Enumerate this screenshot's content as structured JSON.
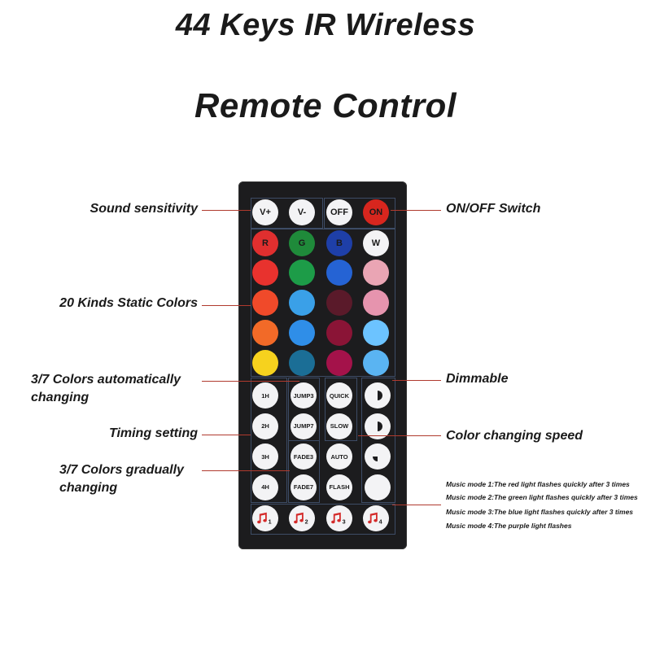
{
  "title": {
    "line1": "44 Keys IR Wireless",
    "line2": "Remote Control"
  },
  "remote": {
    "row1": [
      "V+",
      "V-",
      "OFF",
      "ON"
    ],
    "color_label_row": [
      {
        "label": "R",
        "color": "#e02f2f"
      },
      {
        "label": "G",
        "color": "#1f8a3a"
      },
      {
        "label": "B",
        "color": "#1e3fa8"
      },
      {
        "label": "W",
        "color": "#f3f3f5"
      }
    ],
    "static_colors": [
      [
        "#e8322e",
        "#1d9c48",
        "#2563d4",
        "#eaa5b4"
      ],
      [
        "#f04a2a",
        "#3aa0e8",
        "#5a1a2a",
        "#e694ae"
      ],
      [
        "#f26a28",
        "#2f8ee8",
        "#8a1436",
        "#6cc3ff"
      ],
      [
        "#f6d21e",
        "#1b6e96",
        "#a4124a",
        "#5ab4f2"
      ]
    ],
    "timer_col": [
      "1H",
      "2H",
      "3H",
      "4H"
    ],
    "jump_col": [
      "JUMP3",
      "JUMP7",
      "FADE3",
      "FADE7"
    ],
    "speed_col": [
      "QUICK",
      "SLOW",
      "AUTO",
      "FLASH"
    ],
    "dimmer_col": [
      "moon-full-icon",
      "moon-three-quarter-icon",
      "moon-half-icon",
      "moon-empty-icon"
    ],
    "music_buttons": [
      "1",
      "2",
      "3",
      "4"
    ]
  },
  "annotations": {
    "sound": "Sound sensitivity",
    "onoff": "ON/OFF Switch",
    "static": "20 Kinds Static Colors",
    "auto_change_1": "3/7 Colors automatically",
    "auto_change_2": "changing",
    "dimmable": "Dimmable",
    "timing": "Timing setting",
    "speed": "Color changing speed",
    "gradual_1": "3/7 Colors gradually",
    "gradual_2": "changing"
  },
  "music_notes": [
    "Music mode 1:The red light flashes quickly after 3 times",
    "Music mode 2:The green light flashes quickly after 3 times",
    "Music mode 3:The blue light flashes quickly after 3 times",
    "Music mode 4:The purple light flashes"
  ],
  "colors": {
    "remote_body": "#1c1c1e",
    "leader_line": "#b03a2e",
    "on_button": "#d7261e",
    "music_icon": "#d42a2a"
  }
}
